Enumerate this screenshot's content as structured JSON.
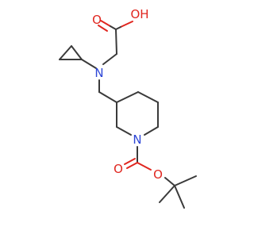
{
  "molecule": {
    "atoms": {
      "carboxyl_oh": "OH",
      "carboxyl_o": "O",
      "amine_n": "N",
      "ring_n": "N",
      "carbamate_o_double": "O",
      "carbamate_o_ester": "O"
    }
  },
  "colors": {
    "carbon_bond": "#3a3a3a",
    "oxygen": "#e0261f",
    "nitrogen": "#2d46d6"
  }
}
